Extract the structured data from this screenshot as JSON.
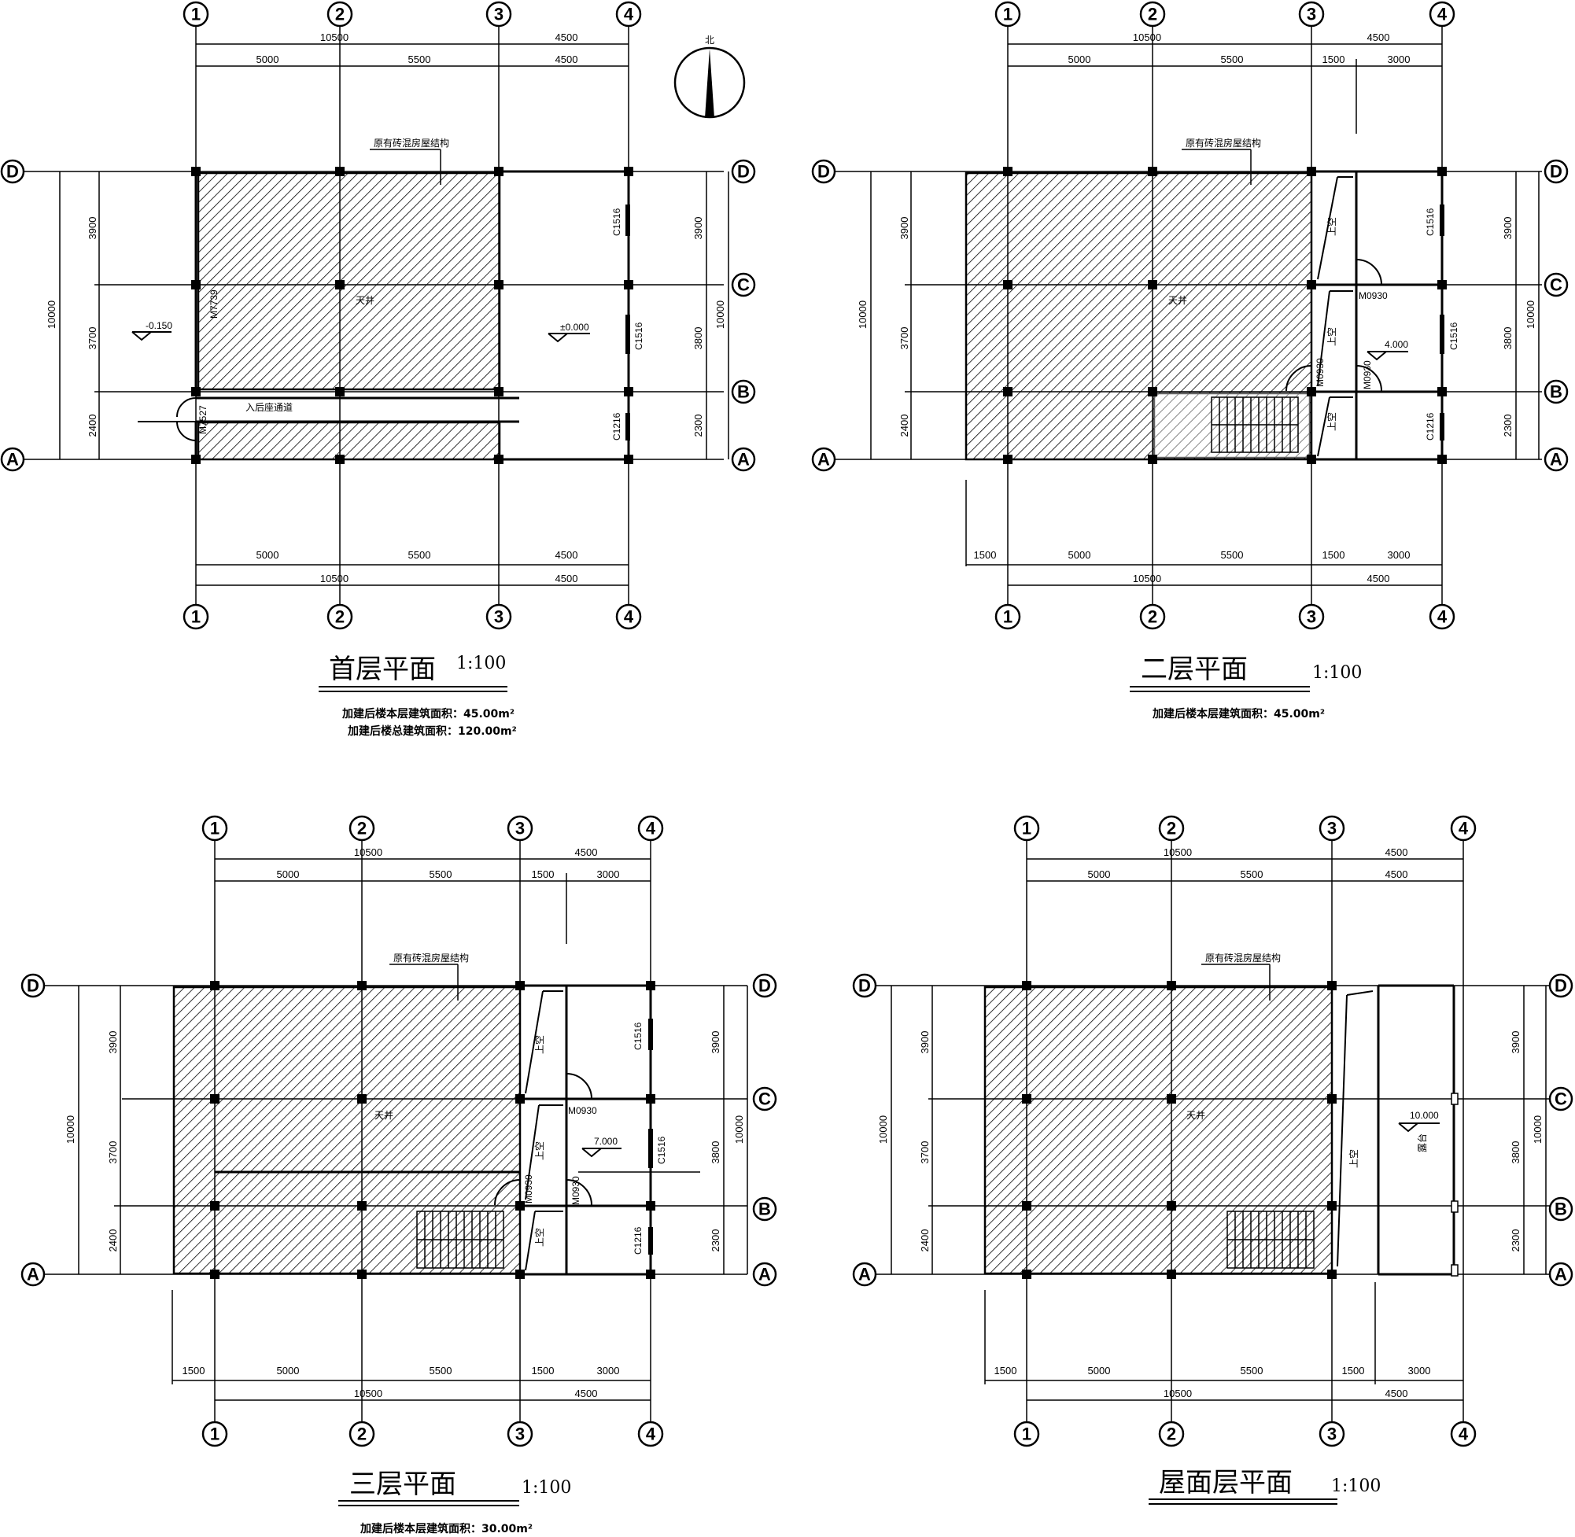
{
  "north_label": "北",
  "plans": [
    {
      "id": "floor1",
      "title": "首层平面",
      "scale": "1:100",
      "area_notes": [
        "加建后楼本层建筑面积：45.00m²",
        "加建后楼总建筑面积：120.00m²"
      ],
      "top_dims_total": [
        "10500",
        "4500"
      ],
      "top_dims": [
        "5000",
        "5500",
        "4500"
      ],
      "bottom_dims": [
        "5000",
        "5500",
        "4500"
      ],
      "bottom_dims_total": [
        "10500",
        "4500"
      ],
      "left_dims": [
        "3900",
        "3700",
        "2400"
      ],
      "left_total": "10000",
      "right_dims": [
        "3900",
        "3800",
        "2300"
      ],
      "right_total": "10000",
      "labels": {
        "existing": "原有砖混房屋结构",
        "courtyard": "天井",
        "door_m": "M7739",
        "door_m2": "M7527",
        "walkway": "入后座通道",
        "elev_left": "-0.150",
        "elev_right": "±0.000",
        "win1": "C1516",
        "win2": "C1516",
        "win3": "C1216"
      }
    },
    {
      "id": "floor2",
      "title": "二层平面",
      "scale": "1:100",
      "area_notes": [
        "加建后楼本层建筑面积：45.00m²"
      ],
      "top_dims_total": [
        "10500",
        "4500"
      ],
      "top_dims": [
        "5000",
        "5500",
        "1500",
        "3000"
      ],
      "bottom_dims": [
        "1500",
        "5000",
        "5500",
        "1500",
        "3000"
      ],
      "bottom_dims_total": [
        "10500",
        "4500"
      ],
      "left_dims": [
        "3900",
        "3700",
        "2400"
      ],
      "left_total": "10000",
      "right_dims": [
        "3900",
        "3800",
        "2300"
      ],
      "right_total": "10000",
      "labels": {
        "existing": "原有砖混房屋结构",
        "courtyard": "天井",
        "up1": "上空",
        "up2": "上空",
        "up3": "上空",
        "door1": "M0930",
        "door2": "M0930",
        "door3": "M0930",
        "elev": "4.000",
        "win1": "C1516",
        "win2": "C1516",
        "win3": "C1216"
      }
    },
    {
      "id": "floor3",
      "title": "三层平面",
      "scale": "1:100",
      "area_notes": [
        "加建后楼本层建筑面积：30.00m²"
      ],
      "top_dims_total": [
        "10500",
        "4500"
      ],
      "top_dims": [
        "5000",
        "5500",
        "1500",
        "3000"
      ],
      "bottom_dims": [
        "1500",
        "5000",
        "5500",
        "1500",
        "3000"
      ],
      "bottom_dims_total": [
        "10500",
        "4500"
      ],
      "left_dims": [
        "3900",
        "3700",
        "2400"
      ],
      "left_total": "10000",
      "right_dims": [
        "3900",
        "3800",
        "2300"
      ],
      "right_total": "10000",
      "labels": {
        "existing": "原有砖混房屋结构",
        "courtyard": "天井",
        "up1": "上空",
        "up2": "上空",
        "up3": "上空",
        "door1": "M0930",
        "door2": "M0930",
        "door3": "M0930",
        "elev": "7.000",
        "win1": "C1516",
        "win2": "C1516",
        "win3": "C1216"
      }
    },
    {
      "id": "roof",
      "title": "屋面层平面",
      "scale": "1:100",
      "area_notes": [],
      "top_dims_total": [
        "10500",
        "4500"
      ],
      "top_dims": [
        "5000",
        "5500",
        "4500"
      ],
      "bottom_dims": [
        "1500",
        "5000",
        "5500",
        "1500",
        "3000"
      ],
      "bottom_dims_total": [
        "10500",
        "4500"
      ],
      "left_dims": [
        "3900",
        "3700",
        "2400"
      ],
      "left_total": "10000",
      "right_dims": [
        "3900",
        "3800",
        "2300"
      ],
      "right_total": "10000",
      "labels": {
        "existing": "原有砖混房屋结构",
        "courtyard": "天井",
        "up1": "上空",
        "terrace": "露台",
        "elev": "10.000"
      }
    }
  ],
  "axes_cols": [
    "1",
    "2",
    "3",
    "4"
  ],
  "axes_rows": [
    "D",
    "C",
    "B",
    "A"
  ]
}
